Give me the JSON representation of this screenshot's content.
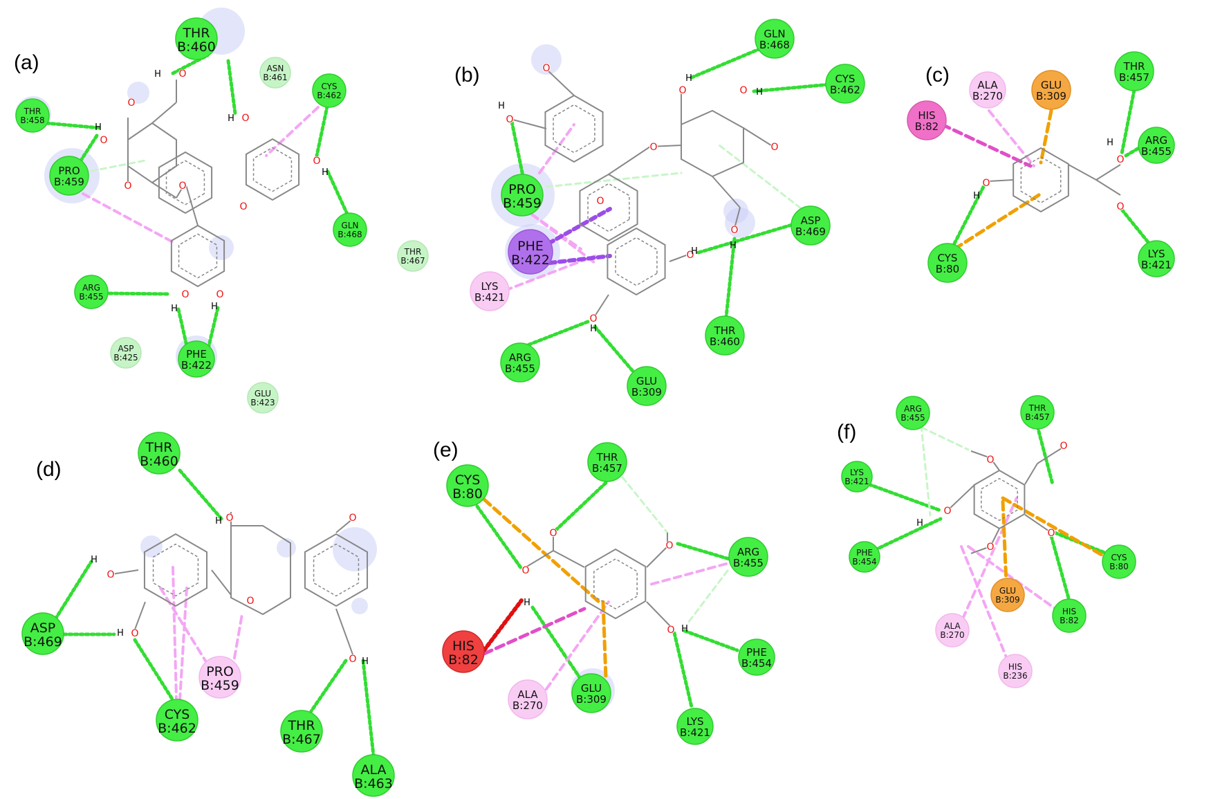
{
  "colors": {
    "hbond": "#33dd33",
    "hbond_weak": "#c8f5c8",
    "pi_alkyl": "#f4a6f4",
    "pi_pi": "#e04fc8",
    "pi_sigma": "#9b4de8",
    "pi_anion": "#f0a000",
    "unfavorable": "#e01010",
    "bond": "#888888",
    "oxygen": "#ee1111",
    "halo": "#ccd0f6",
    "res_green": "#44ee44",
    "res_lightgreen": "#c6f4c6",
    "res_pink": "#f9ccf4",
    "res_magenta": "#f070c8",
    "res_purple": "#b070ec",
    "res_orange": "#f5a742",
    "res_red": "#f04040"
  },
  "panels": [
    {
      "label": "(a)",
      "residues": [
        {
          "name": "THR",
          "num": "B:460",
          "type": "green"
        },
        {
          "name": "ASN",
          "num": "B:461",
          "type": "lightgreen"
        },
        {
          "name": "CYS",
          "num": "B:462",
          "type": "green"
        },
        {
          "name": "THR",
          "num": "B:458",
          "type": "green"
        },
        {
          "name": "PRO",
          "num": "B:459",
          "type": "green"
        },
        {
          "name": "GLN",
          "num": "B:468",
          "type": "green"
        },
        {
          "name": "THR",
          "num": "B:467",
          "type": "lightgreen"
        },
        {
          "name": "ARG",
          "num": "B:455",
          "type": "green"
        },
        {
          "name": "ASP",
          "num": "B:425",
          "type": "lightgreen"
        },
        {
          "name": "PHE",
          "num": "B:422",
          "type": "green"
        },
        {
          "name": "GLU",
          "num": "B:423",
          "type": "lightgreen"
        }
      ]
    },
    {
      "label": "(b)",
      "residues": [
        {
          "name": "GLN",
          "num": "B:468",
          "type": "green"
        },
        {
          "name": "CYS",
          "num": "B:462",
          "type": "green"
        },
        {
          "name": "PRO",
          "num": "B:459",
          "type": "green"
        },
        {
          "name": "PHE",
          "num": "B:422",
          "type": "purple"
        },
        {
          "name": "LYS",
          "num": "B:421",
          "type": "pink"
        },
        {
          "name": "ASP",
          "num": "B:469",
          "type": "green"
        },
        {
          "name": "THR",
          "num": "B:460",
          "type": "green"
        },
        {
          "name": "ARG",
          "num": "B:455",
          "type": "green"
        },
        {
          "name": "GLU",
          "num": "B:309",
          "type": "green"
        }
      ]
    },
    {
      "label": "(c)",
      "residues": [
        {
          "name": "ALA",
          "num": "B:270",
          "type": "pink"
        },
        {
          "name": "GLU",
          "num": "B:309",
          "type": "orange"
        },
        {
          "name": "THR",
          "num": "B:457",
          "type": "green"
        },
        {
          "name": "HIS",
          "num": "B:82",
          "type": "magenta"
        },
        {
          "name": "ARG",
          "num": "B:455",
          "type": "green"
        },
        {
          "name": "CYS",
          "num": "B:80",
          "type": "green"
        },
        {
          "name": "LYS",
          "num": "B:421",
          "type": "green"
        }
      ]
    },
    {
      "label": "(d)",
      "residues": [
        {
          "name": "THR",
          "num": "B:460",
          "type": "green"
        },
        {
          "name": "ASP",
          "num": "B:469",
          "type": "green"
        },
        {
          "name": "PRO",
          "num": "B:459",
          "type": "pink"
        },
        {
          "name": "CYS",
          "num": "B:462",
          "type": "green"
        },
        {
          "name": "THR",
          "num": "B:467",
          "type": "green"
        },
        {
          "name": "ALA",
          "num": "B:463",
          "type": "green"
        }
      ]
    },
    {
      "label": "(e)",
      "residues": [
        {
          "name": "CYS",
          "num": "B:80",
          "type": "green"
        },
        {
          "name": "THR",
          "num": "B:457",
          "type": "green"
        },
        {
          "name": "ARG",
          "num": "B:455",
          "type": "green"
        },
        {
          "name": "HIS",
          "num": "B:82",
          "type": "red"
        },
        {
          "name": "PHE",
          "num": "B:454",
          "type": "green"
        },
        {
          "name": "ALA",
          "num": "B:270",
          "type": "pink"
        },
        {
          "name": "GLU",
          "num": "B:309",
          "type": "green"
        },
        {
          "name": "LYS",
          "num": "B:421",
          "type": "green"
        }
      ]
    },
    {
      "label": "(f)",
      "residues": [
        {
          "name": "ARG",
          "num": "B:455",
          "type": "green"
        },
        {
          "name": "THR",
          "num": "B:457",
          "type": "green"
        },
        {
          "name": "LYS",
          "num": "B:421",
          "type": "green"
        },
        {
          "name": "PHE",
          "num": "B:454",
          "type": "green"
        },
        {
          "name": "CYS",
          "num": "B:80",
          "type": "green"
        },
        {
          "name": "GLU",
          "num": "B:309",
          "type": "orange"
        },
        {
          "name": "HIS",
          "num": "B:82",
          "type": "green"
        },
        {
          "name": "ALA",
          "num": "B:270",
          "type": "pink"
        },
        {
          "name": "HIS",
          "num": "B:236",
          "type": "pink"
        }
      ]
    }
  ]
}
